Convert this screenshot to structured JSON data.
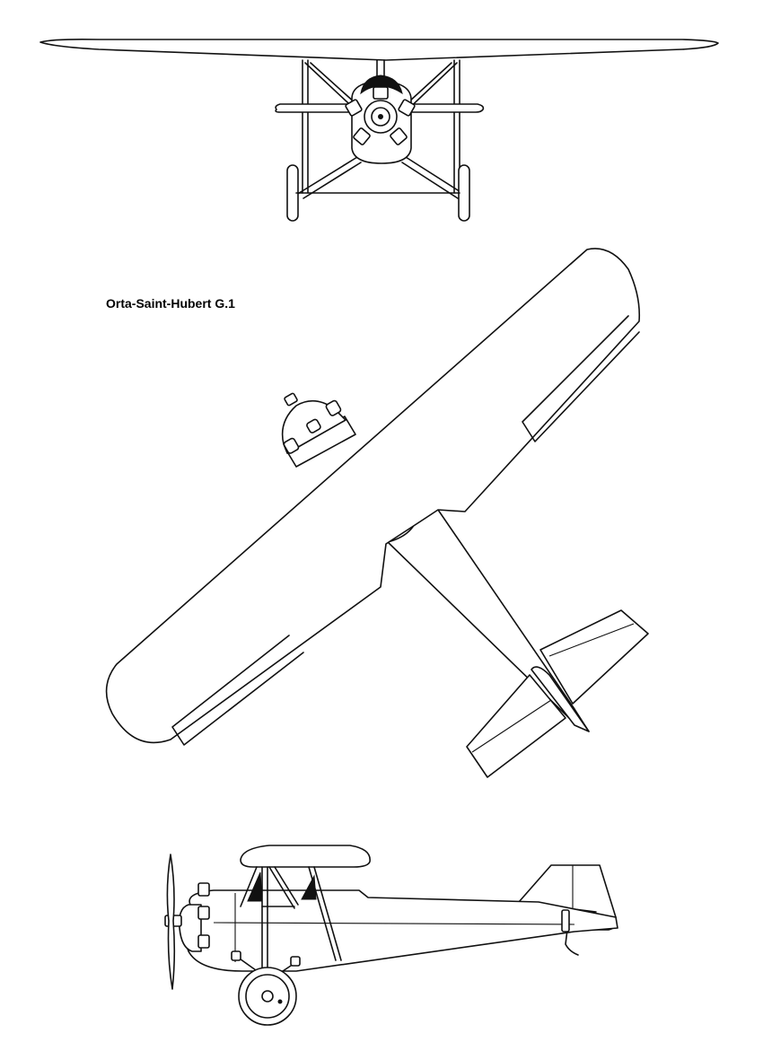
{
  "drawing": {
    "caption": "Orta-Saint-Hubert G.1",
    "views": [
      "front-view",
      "plan-view",
      "side-view"
    ],
    "line_color": "#111111",
    "background_color": "#ffffff"
  }
}
